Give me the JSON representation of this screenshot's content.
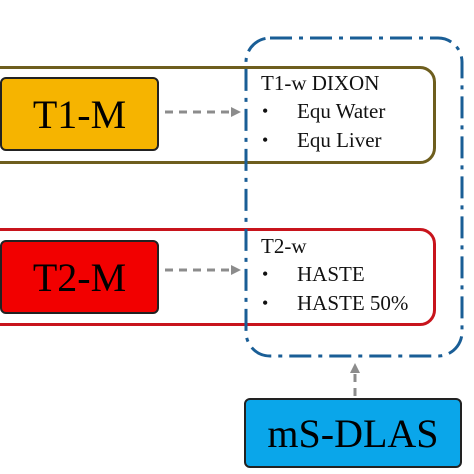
{
  "models": {
    "t1m": "T1-M",
    "t2m": "T2-M",
    "msdlas": "mS-DLAS"
  },
  "t1_group": {
    "title": "T1-w DIXON",
    "items": [
      "Equ Water",
      "Equ Liver"
    ]
  },
  "t2_group": {
    "title": "T2-w",
    "items": [
      "HASTE",
      "HASTE 50%"
    ]
  },
  "bullet_symbol": "•",
  "colors": {
    "t1m_fill": "#f6b400",
    "t2m_fill": "#f20000",
    "msdlas_fill": "#0aa6ea",
    "t1_border": "#6e5e1e",
    "t2_border": "#c8141c",
    "dashdot_border": "#1a5e96",
    "arrow": "#8c8c8c"
  }
}
